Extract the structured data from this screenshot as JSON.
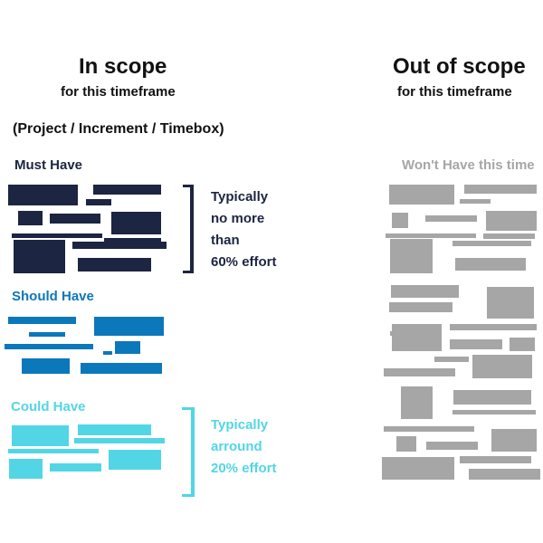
{
  "in_scope": {
    "title": "In scope",
    "subtitle": "for this timeframe",
    "context": "(Project / Increment / Timebox)"
  },
  "out_of_scope": {
    "title": "Out of scope",
    "subtitle": "for this timeframe"
  },
  "categories": {
    "must": {
      "label": "Must Have",
      "note": [
        "Typically",
        "no more",
        "than",
        "60% effort"
      ],
      "color": "#1c2541"
    },
    "should": {
      "label": "Should Have",
      "color": "#0b78bb"
    },
    "could": {
      "label": "Could Have",
      "note": [
        "Typically",
        "arround",
        "20% effort"
      ],
      "color": "#52d6e6"
    },
    "wont": {
      "label": "Won't Have this time",
      "color": "#a6a6a6"
    }
  }
}
